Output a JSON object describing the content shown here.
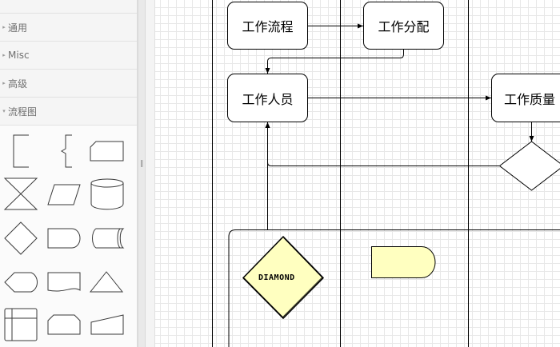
{
  "sidebar": {
    "sections": [
      {
        "label": "通用",
        "arrow": "▸"
      },
      {
        "label": "Misc",
        "arrow": "▸"
      },
      {
        "label": "高级",
        "arrow": "▸"
      },
      {
        "label": "流程图",
        "arrow": "▾"
      }
    ],
    "shapes": [
      "annotation-bracket",
      "curly-brace-annotation",
      "card",
      "collate",
      "parallelogram",
      "database-cylinder",
      "decision-diamond",
      "delay",
      "stored-data",
      "display",
      "document",
      "extract-triangle",
      "internal-storage",
      "loop-limit",
      "manual-input"
    ]
  },
  "splitter": {
    "grip": "‖"
  },
  "diagram": {
    "nodes": {
      "workflow": "工作流程",
      "assignment": "工作分配",
      "staff": "工作人员",
      "quality": "工作质量"
    },
    "diamond_label": "DIAMOND",
    "sketch_fill": "#ffffc0",
    "line_color": "#000000"
  }
}
